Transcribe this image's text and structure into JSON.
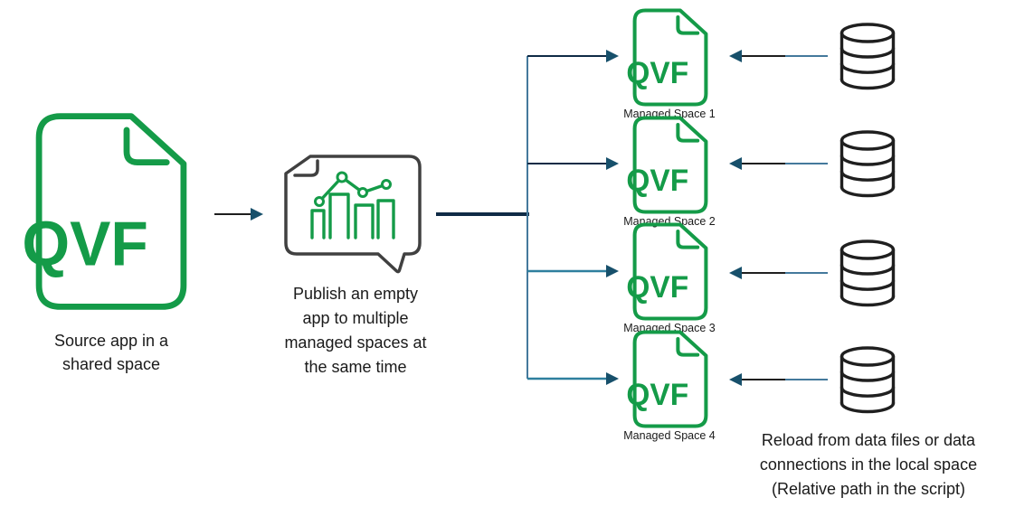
{
  "colors": {
    "green": "#149b48",
    "gray": "#404040",
    "ink": "#1f1f1f",
    "navy": "#17506b",
    "teal": "#2e7f9e",
    "steel": "#44799c",
    "dark": "#0f2b46"
  },
  "source": {
    "file_type": "QVF",
    "caption": "Source app in a\nshared space"
  },
  "publish": {
    "caption": "Publish an empty\napp to multiple\nmanaged spaces at\nthe same time"
  },
  "managed_spaces": [
    {
      "file_type": "QVF",
      "label": "Managed Space 1"
    },
    {
      "file_type": "QVF",
      "label": "Managed Space 2"
    },
    {
      "file_type": "QVF",
      "label": "Managed Space 3"
    },
    {
      "file_type": "QVF",
      "label": "Managed Space 4"
    }
  ],
  "reload_note": "Reload from data files or data\nconnections in the local space\n(Relative path in the script)"
}
